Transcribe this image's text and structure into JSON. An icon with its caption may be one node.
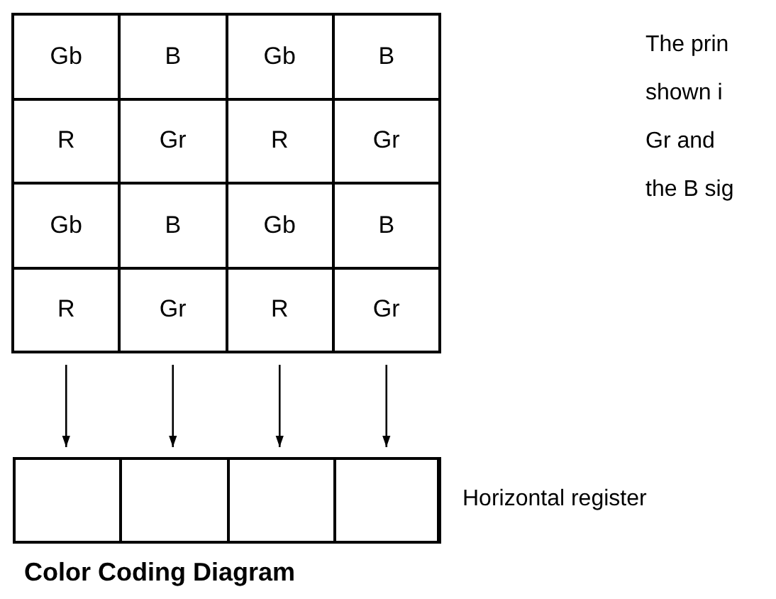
{
  "diagram": {
    "caption": "Color Coding Diagram",
    "nodes": [
      {
        "text": [
          "Gb"
        ]
      },
      {
        "text": [
          "B"
        ]
      },
      {
        "text": [
          "Gb"
        ]
      },
      {
        "text": [
          "B"
        ]
      },
      {
        "text": [
          "R"
        ]
      },
      {
        "text": [
          "Gr"
        ]
      },
      {
        "text": [
          "R"
        ]
      },
      {
        "text": [
          "Gr"
        ]
      },
      {
        "text": [
          "Gb"
        ]
      },
      {
        "text": [
          "B"
        ]
      },
      {
        "text": [
          "Gb"
        ]
      },
      {
        "text": [
          "B"
        ]
      },
      {
        "text": [
          "R"
        ]
      },
      {
        "text": [
          "Gr"
        ]
      },
      {
        "text": [
          "R"
        ]
      },
      {
        "text": [
          "Gr"
        ]
      },
      {
        "text": [],
        "shape": "box",
        "beside": [
          "Horizontal register"
        ]
      },
      {
        "text": [],
        "shape": "box",
        "in": 16
      },
      {
        "text": [],
        "shape": "box",
        "in": 16
      },
      {
        "text": [],
        "shape": "box",
        "in": 16
      },
      {
        "text": [],
        "shape": "box",
        "in": 16
      }
    ],
    "edges": [
      {
        "from": 12,
        "to": 17,
        "arrow": "to"
      },
      {
        "from": 13,
        "to": 18,
        "arrow": "to"
      },
      {
        "from": 14,
        "to": 19,
        "arrow": "to"
      },
      {
        "from": 15,
        "to": 20,
        "arrow": "to"
      }
    ],
    "labels": [
      "The prin",
      "shown i",
      "Gr and",
      "the B sig"
    ]
  }
}
